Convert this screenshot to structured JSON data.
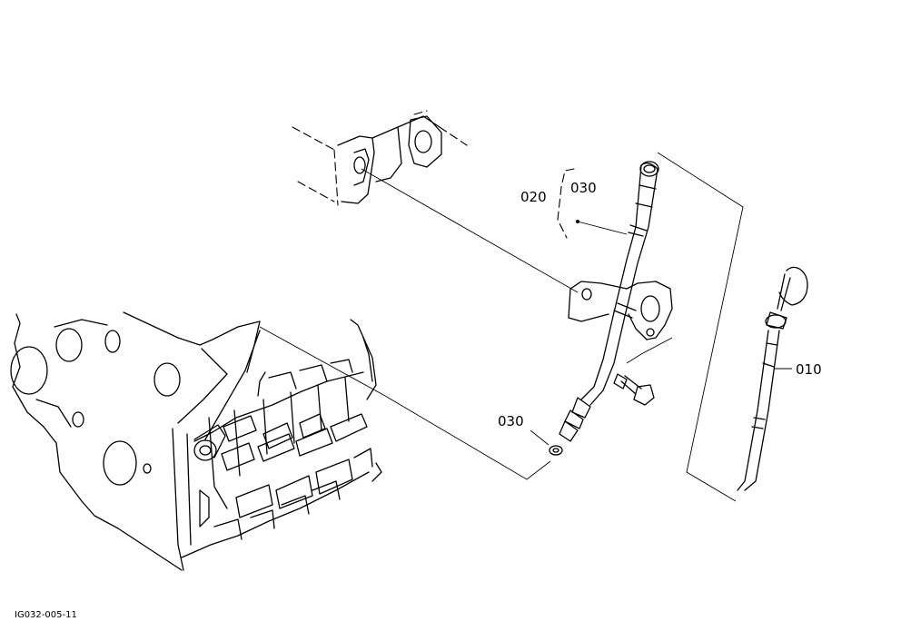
{
  "labels": {
    "part_010": "010",
    "part_020": "020",
    "part_030_top": "030",
    "part_030_bottom": "030"
  },
  "figure_code": "IG032-005-11"
}
